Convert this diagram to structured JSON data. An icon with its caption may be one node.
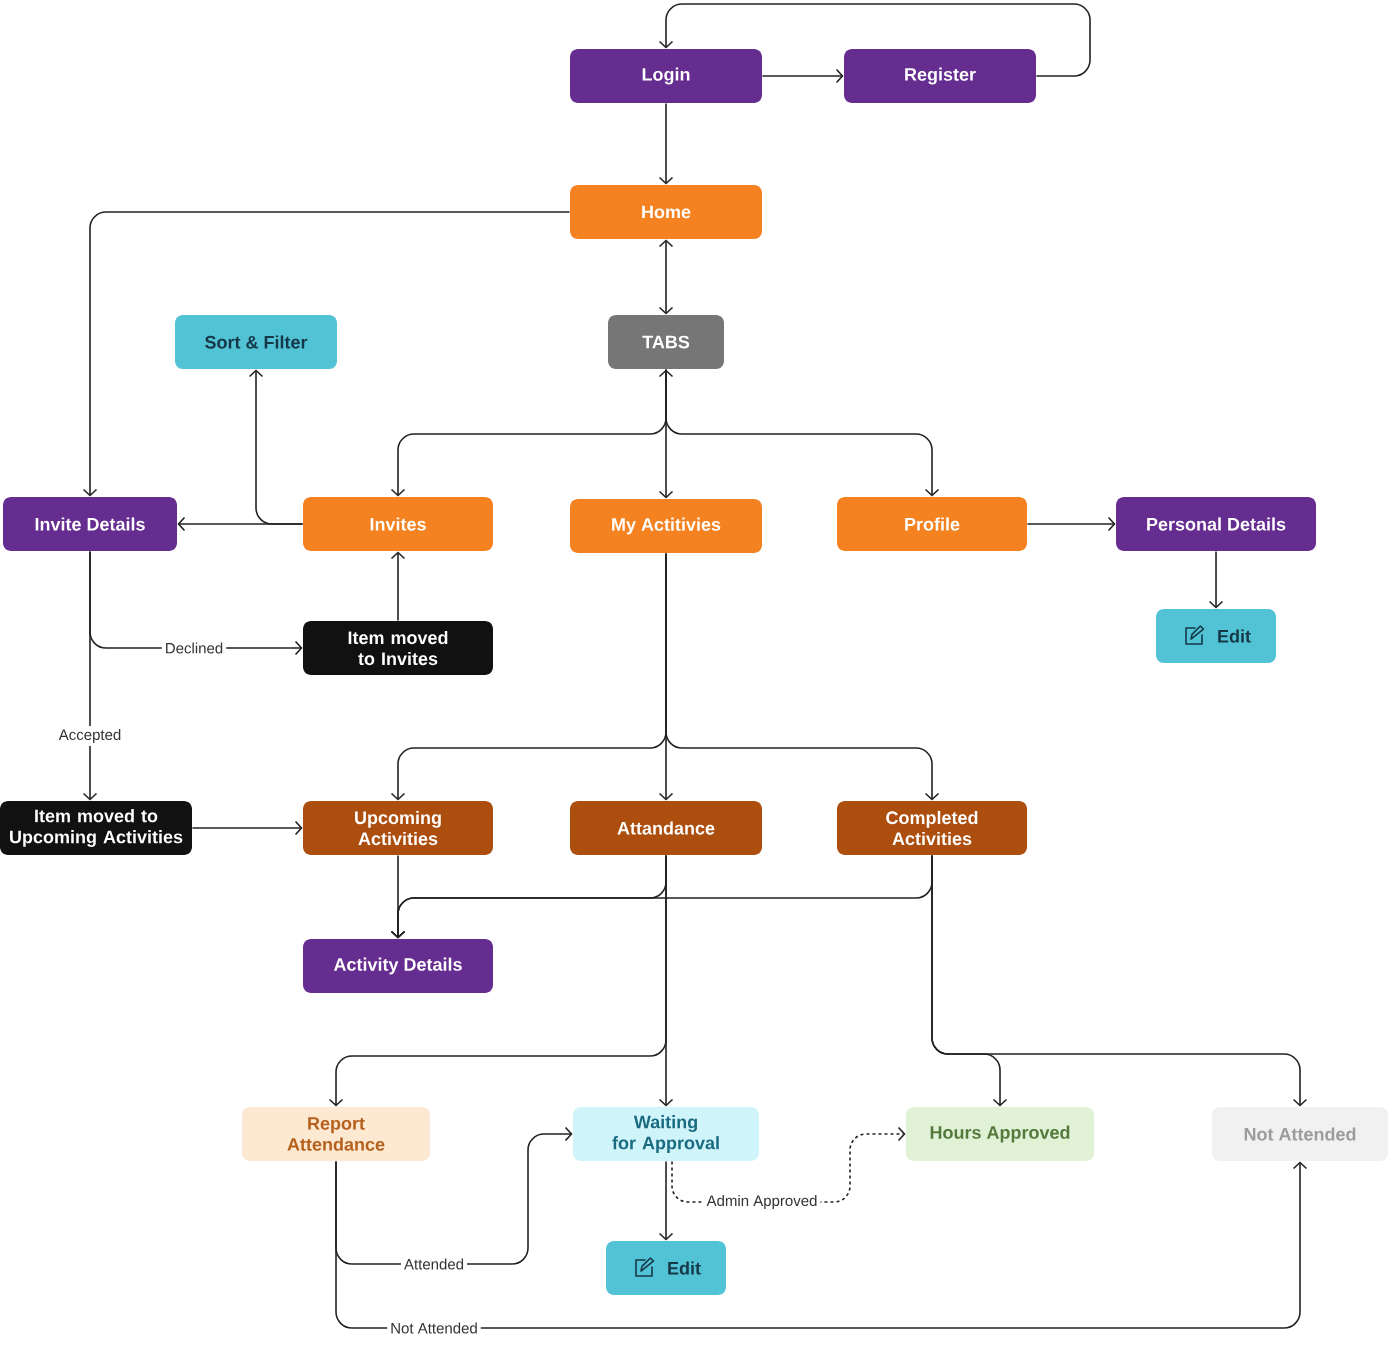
{
  "diagram": {
    "nodes": [
      {
        "text": [
          "Login"
        ]
      },
      {
        "text": [
          "Register"
        ]
      },
      {
        "text": [
          "Home"
        ]
      },
      {
        "text": [
          "Sort & Filter"
        ]
      },
      {
        "text": [
          "TABS"
        ]
      },
      {
        "text": [
          "Invite Details"
        ]
      },
      {
        "text": [
          "Invites"
        ]
      },
      {
        "text": [
          "My Actitivies"
        ]
      },
      {
        "text": [
          "Profile"
        ]
      },
      {
        "text": [
          "Personal Details"
        ]
      },
      {
        "text": [
          "Edit"
        ]
      },
      {
        "text": [
          "Item moved to Invites"
        ]
      },
      {
        "text": [
          "Item moved to Upcoming Activities"
        ]
      },
      {
        "text": [
          "Upcoming Activities"
        ]
      },
      {
        "text": [
          "Attandance"
        ]
      },
      {
        "text": [
          "Completed Activities"
        ]
      },
      {
        "text": [
          "Activity Details"
        ]
      },
      {
        "text": [
          "Report Attendance"
        ]
      },
      {
        "text": [
          "Waiting for Approval"
        ]
      },
      {
        "text": [
          "Hours Approved"
        ]
      },
      {
        "text": [
          "Not Attended"
        ]
      },
      {
        "text": [
          "Edit"
        ]
      }
    ],
    "edges": [
      {
        "from": 0,
        "to": 1,
        "arrow": "to"
      },
      {
        "from": 1,
        "to": 0,
        "arrow": "to"
      },
      {
        "from": 0,
        "to": 2,
        "arrow": "to"
      },
      {
        "from": 2,
        "to": 4,
        "arrow": "both"
      },
      {
        "from": 2,
        "to": 5,
        "arrow": "to"
      },
      {
        "from": 4,
        "to": 6,
        "arrow": "to"
      },
      {
        "from": 4,
        "to": 7,
        "arrow": "both"
      },
      {
        "from": 4,
        "to": 8,
        "arrow": "to"
      },
      {
        "from": 6,
        "to": 5,
        "arrow": "to"
      },
      {
        "from": 6,
        "to": 3,
        "arrow": "to"
      },
      {
        "from": 11,
        "to": 6,
        "arrow": "to"
      },
      {
        "from": 5,
        "to": 11,
        "arrow": "to",
        "label": "Declined"
      },
      {
        "from": 5,
        "to": 12,
        "arrow": "to",
        "label": "Accepted"
      },
      {
        "from": 12,
        "to": 13,
        "arrow": "to"
      },
      {
        "from": 8,
        "to": 9,
        "arrow": "to"
      },
      {
        "from": 9,
        "to": 10,
        "arrow": "to"
      },
      {
        "from": 7,
        "to": 13,
        "arrow": "to"
      },
      {
        "from": 7,
        "to": 14,
        "arrow": "to"
      },
      {
        "from": 7,
        "to": 15,
        "arrow": "to"
      },
      {
        "from": 13,
        "to": 16,
        "arrow": "to"
      },
      {
        "from": 14,
        "to": 16,
        "arrow": "to"
      },
      {
        "from": 15,
        "to": 16,
        "arrow": "to"
      },
      {
        "from": 14,
        "to": 17,
        "arrow": "to"
      },
      {
        "from": 14,
        "to": 18,
        "arrow": "to"
      },
      {
        "from": 15,
        "to": 19,
        "arrow": "to"
      },
      {
        "from": 15,
        "to": 20,
        "arrow": "to"
      },
      {
        "from": 17,
        "to": 18,
        "arrow": "to",
        "label": "Attended"
      },
      {
        "from": 17,
        "to": 20,
        "arrow": "to",
        "label": "Not Attended"
      },
      {
        "from": 18,
        "to": 21,
        "arrow": "to"
      },
      {
        "from": 18,
        "to": 19,
        "arrow": "to",
        "label": "Admin Approved",
        "style": "dashed"
      }
    ]
  }
}
